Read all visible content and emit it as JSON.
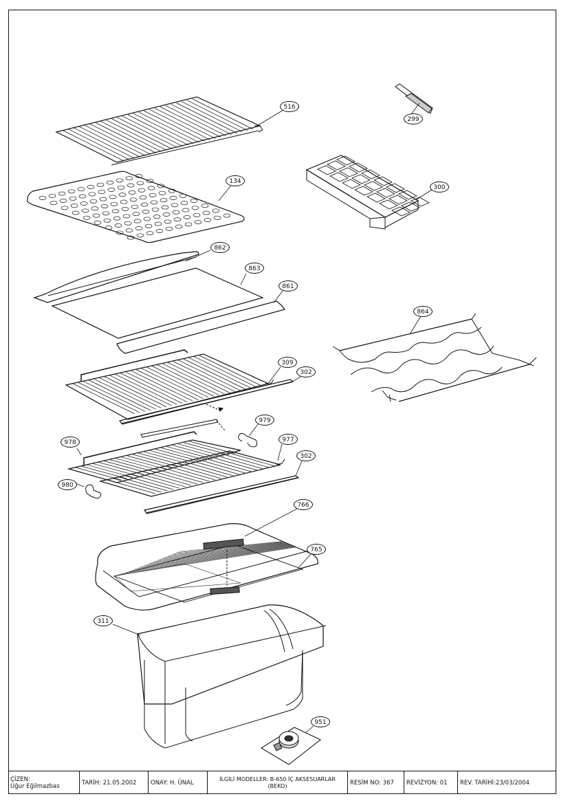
{
  "callouts": {
    "c516": "516",
    "c299": "299",
    "c134": "134",
    "c300": "300",
    "c862": "862",
    "c863": "863",
    "c861": "861",
    "c864": "864",
    "c309": "309",
    "c302a": "302",
    "c979": "979",
    "c978": "978",
    "c977": "977",
    "c302b": "302",
    "c980": "980",
    "c766": "766",
    "c765": "765",
    "c311": "311",
    "c951": "951"
  },
  "title_block": {
    "cizen_label": "ÇİZEN:",
    "cizen_name": "Uğur Eğilmazbas",
    "tarih": "TARİH: 21.05.2002",
    "onay": "ONAY: H. ÜNAL",
    "ilgili_line1": "İLGİLİ MODELLER: B-650 İÇ AKSESUARLAR",
    "ilgili_line2": "(BEKO)",
    "resim_no": "RESİM NO: 367",
    "revizyon": "REVİZYON: 01",
    "rev_tarihi": "REV. TARİHİ:23/03/2004"
  }
}
